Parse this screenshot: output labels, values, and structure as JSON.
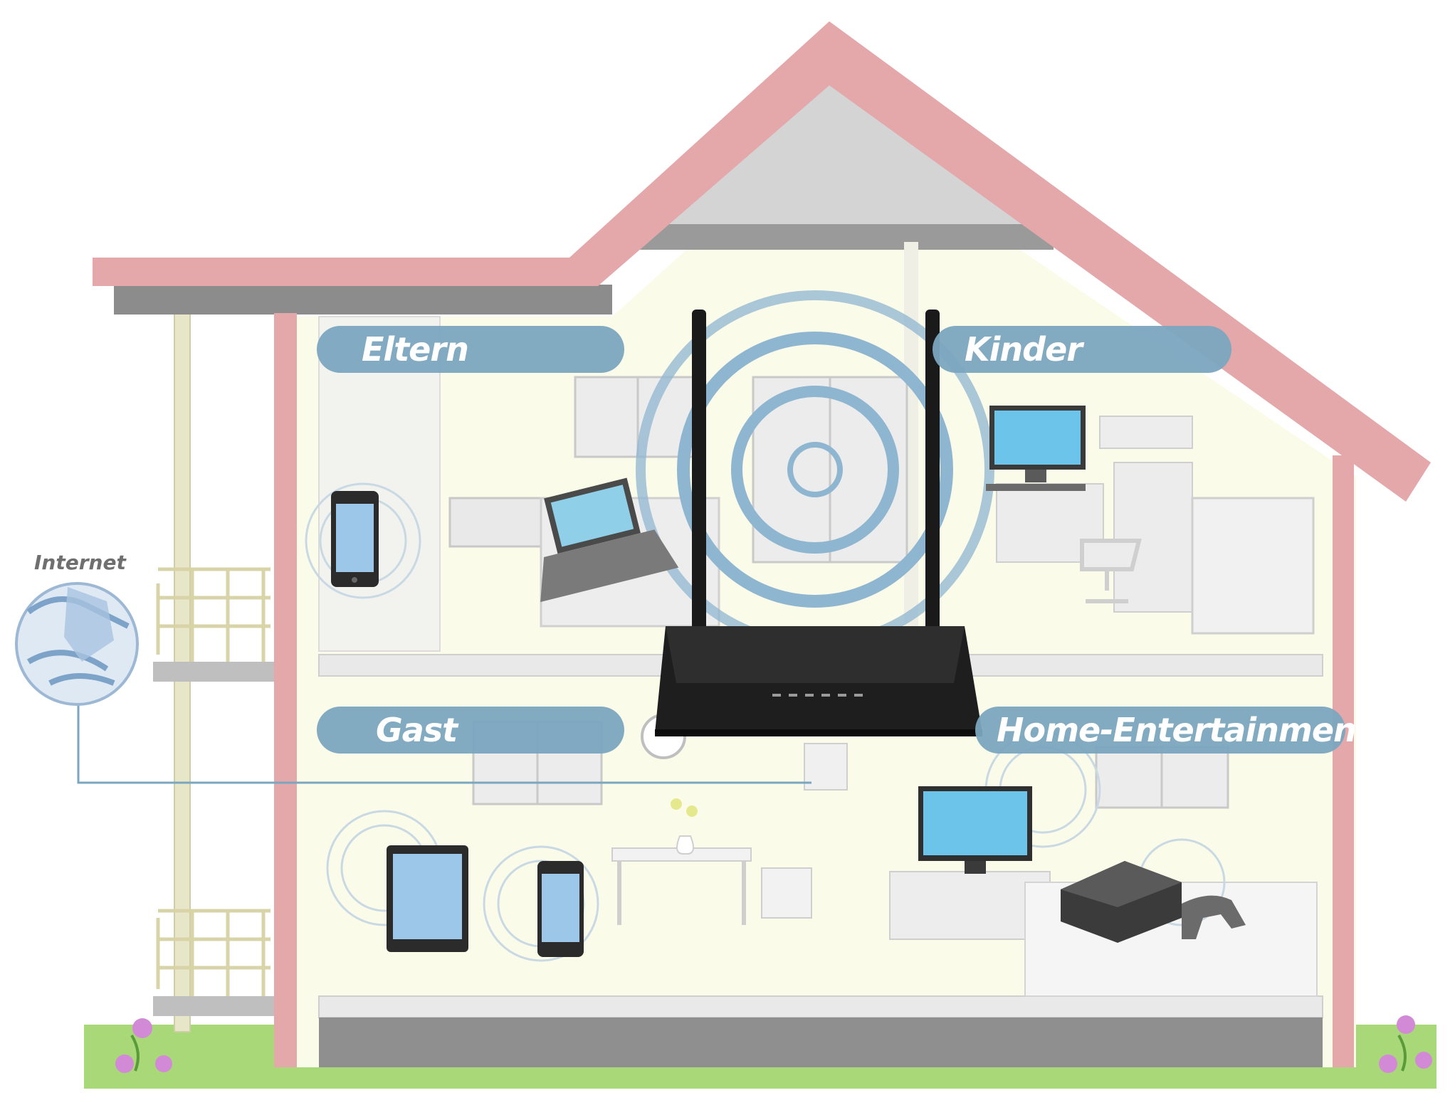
{
  "labels": {
    "eltern": "Eltern",
    "kinder": "Kinder",
    "gast": "Gast",
    "home_entertainment": "Home-Entertainment",
    "internet": "Internet"
  },
  "colors": {
    "roof": "#e4a8ab",
    "wall_fill": "#fbfbe9",
    "label_pill": "#7ba6c0",
    "wifi_ring": "#8fb6d0",
    "ground": "#a8d878",
    "router": "#1a1a1a"
  },
  "icons": {
    "router": "router-icon",
    "globe": "globe-icon",
    "phone": "smartphone-icon",
    "laptop": "laptop-icon",
    "tablet": "tablet-icon",
    "desktop": "desktop-computer-icon",
    "tv": "tv-icon",
    "console": "game-console-icon",
    "flower": "flower-icon"
  }
}
